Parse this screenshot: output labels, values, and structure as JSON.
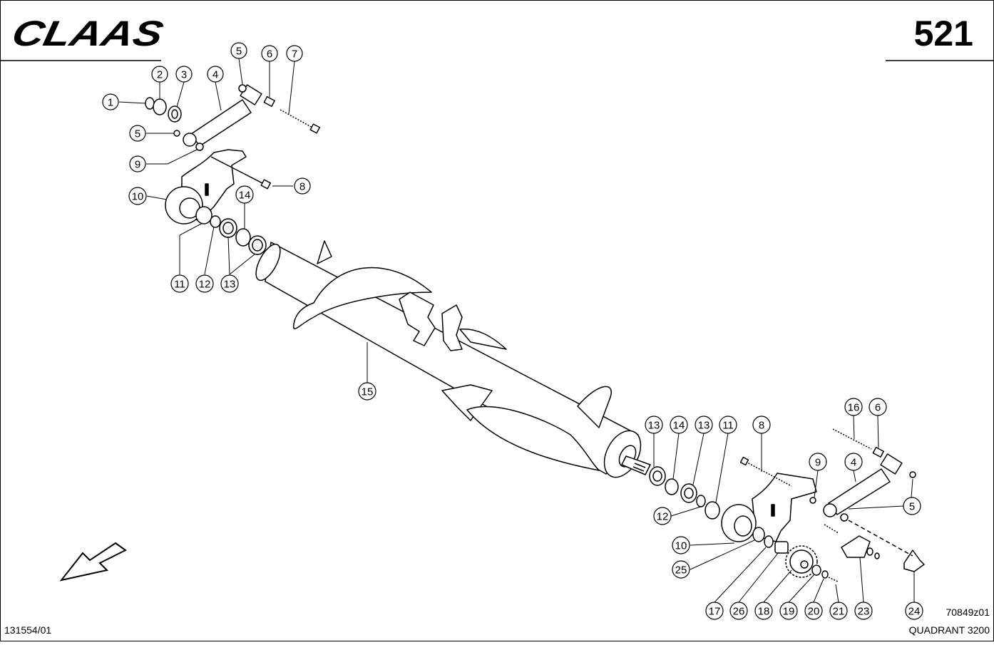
{
  "header": {
    "brand": "CLAAS",
    "page_number": "521"
  },
  "footer": {
    "doc_code": "131554/01",
    "drawing_code": "70849z01",
    "model": "QUADRANT 3200"
  },
  "callouts": [
    {
      "id": "c1",
      "label": "1"
    },
    {
      "id": "c2",
      "label": "2"
    },
    {
      "id": "c3",
      "label": "3"
    },
    {
      "id": "c4a",
      "label": "4"
    },
    {
      "id": "c5a",
      "label": "5"
    },
    {
      "id": "c6a",
      "label": "6"
    },
    {
      "id": "c7",
      "label": "7"
    },
    {
      "id": "c5b",
      "label": "5"
    },
    {
      "id": "c9a",
      "label": "9"
    },
    {
      "id": "c8a",
      "label": "8"
    },
    {
      "id": "c10a",
      "label": "10"
    },
    {
      "id": "c14a",
      "label": "14"
    },
    {
      "id": "c11a",
      "label": "11"
    },
    {
      "id": "c12a",
      "label": "12"
    },
    {
      "id": "c13a",
      "label": "13"
    },
    {
      "id": "c15",
      "label": "15"
    },
    {
      "id": "c13b",
      "label": "13"
    },
    {
      "id": "c14b",
      "label": "14"
    },
    {
      "id": "c13c",
      "label": "13"
    },
    {
      "id": "c11b",
      "label": "11"
    },
    {
      "id": "c8b",
      "label": "8"
    },
    {
      "id": "c16",
      "label": "16"
    },
    {
      "id": "c6b",
      "label": "6"
    },
    {
      "id": "c9b",
      "label": "9"
    },
    {
      "id": "c4b",
      "label": "4"
    },
    {
      "id": "c5c",
      "label": "5"
    },
    {
      "id": "c12b",
      "label": "12"
    },
    {
      "id": "c10b",
      "label": "10"
    },
    {
      "id": "c25",
      "label": "25"
    },
    {
      "id": "c17",
      "label": "17"
    },
    {
      "id": "c26",
      "label": "26"
    },
    {
      "id": "c18",
      "label": "18"
    },
    {
      "id": "c19",
      "label": "19"
    },
    {
      "id": "c20",
      "label": "20"
    },
    {
      "id": "c21",
      "label": "21"
    },
    {
      "id": "c23",
      "label": "23"
    },
    {
      "id": "c24",
      "label": "24"
    }
  ]
}
